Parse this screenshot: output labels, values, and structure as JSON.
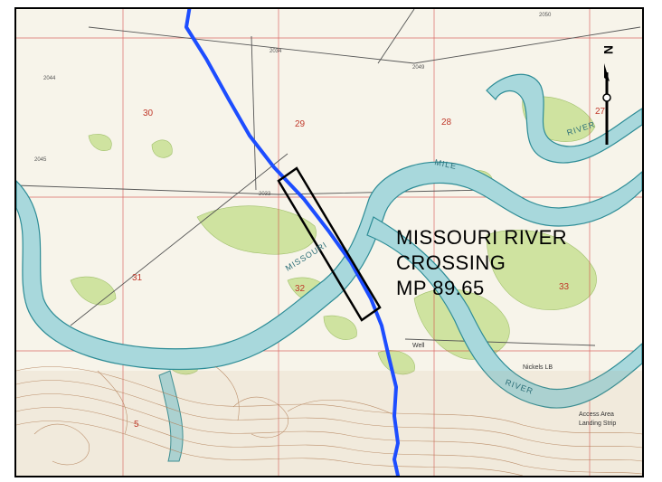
{
  "callout": {
    "line1": "MISSOURI RIVER",
    "line2": "CROSSING",
    "line3": "MP  89.65"
  },
  "north_arrow": {
    "label": "N"
  },
  "section_numbers": [
    "30",
    "29",
    "28",
    "27",
    "32",
    "31",
    "33",
    "5"
  ],
  "river_labels": [
    "MISSOURI",
    "RIVER",
    "MILE",
    "RIVER"
  ],
  "place_labels": [
    "Nickels LB",
    "Well",
    "Access Area",
    "Landing Strip"
  ],
  "elevation_labels": [
    "2049",
    "2044",
    "2050",
    "2045",
    "2034",
    "2033"
  ],
  "colors": {
    "river": "#a8d8dc",
    "river_edge": "#2d8c96",
    "vegetation": "#cfe3a0",
    "pipeline": "#1d4dff",
    "section_line": "#d23a3a",
    "contour": "#b07a52"
  }
}
